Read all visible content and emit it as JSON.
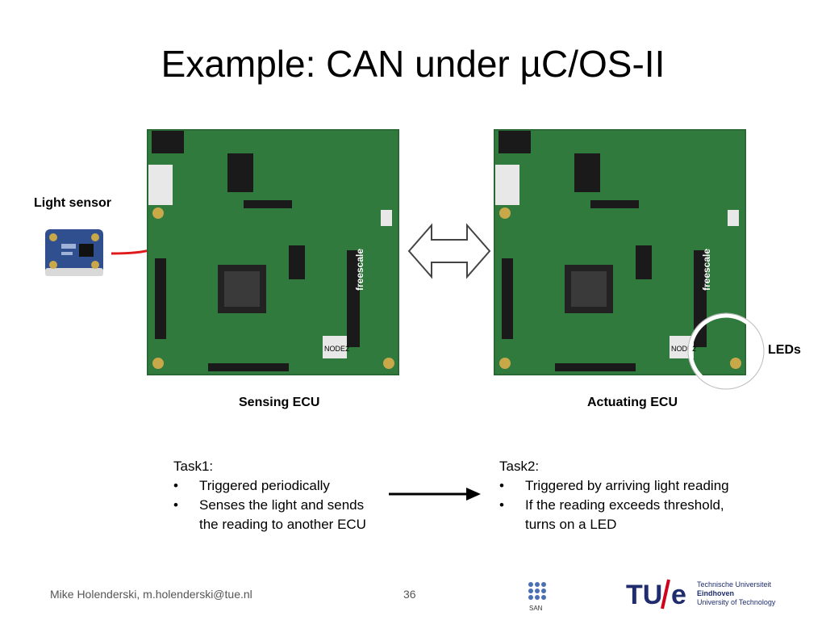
{
  "slide": {
    "title": "Example: CAN under µC/OS-II",
    "labels": {
      "light_sensor": "Light sensor",
      "leds": "LEDs",
      "sensing_ecu": "Sensing ECU",
      "actuating_ecu": "Actuating ECU"
    },
    "board_marks": {
      "node": "NODE2",
      "brand": "freescale"
    },
    "task1": {
      "heading": "Task1:",
      "bullets": [
        "Triggered periodically",
        "Senses the light and sends",
        "the reading to another ECU"
      ]
    },
    "task2": {
      "heading": "Task2:",
      "bullets": [
        "Triggered by arriving light reading",
        "If the reading exceeds threshold,",
        "turns on a LED"
      ]
    }
  },
  "footer": {
    "author": "Mike Holenderski, m.holenderski@tue.nl",
    "page": "36",
    "san_logo": "SAN",
    "tue_logo": {
      "mark": "TU/e",
      "line1": "Technische Universiteit",
      "line2": "Eindhoven",
      "line3": "University of Technology"
    }
  },
  "colors": {
    "board_green": "#2f7a3c",
    "arrow_red": "#e01a1a",
    "tue_blue": "#1f2d6e",
    "tue_red": "#d0021b"
  }
}
